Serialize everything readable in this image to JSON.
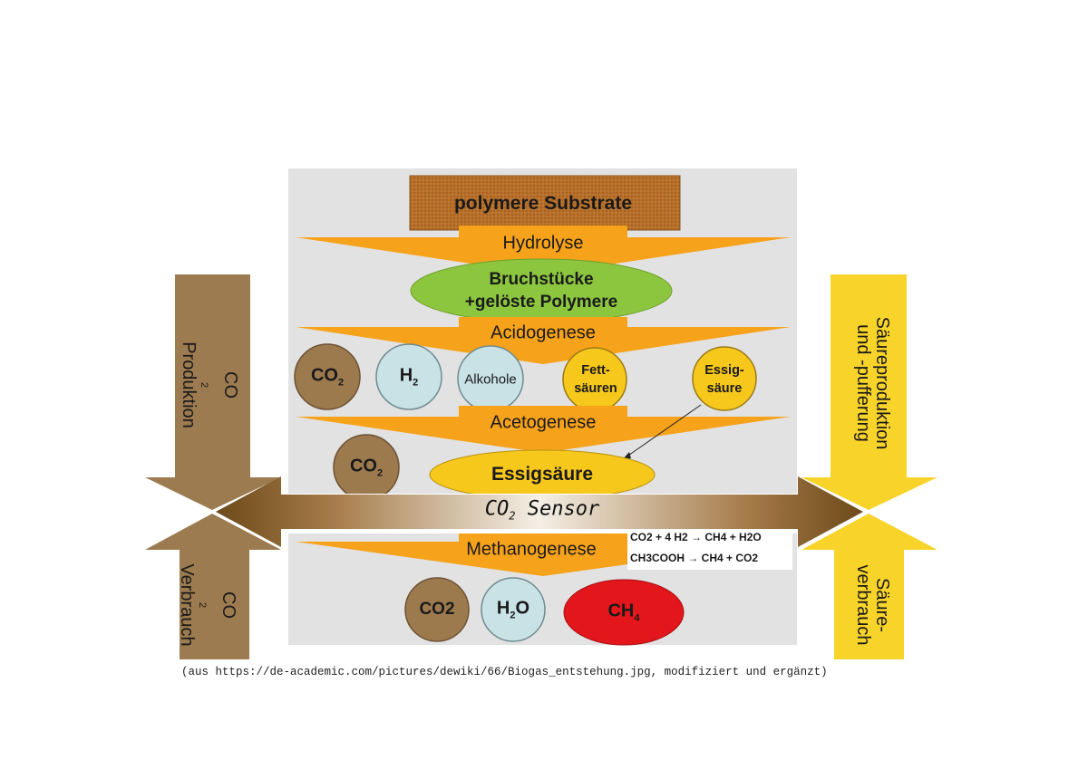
{
  "stages": {
    "polymer_substrates": "polymere Substrate",
    "hydrolysis": "Hydrolyse",
    "fragments_line1": "Bruchstücke",
    "fragments_line2": "+gelöste Polymere",
    "acidogenesis": "Acidogenese",
    "acetogenesis": "Acetogenese",
    "acetic_acid": "Essigsäure",
    "methanogenesis": "Methanogenese"
  },
  "acidogenesis_products": {
    "co2": "CO",
    "co2_sub": "2",
    "h2": "H",
    "h2_sub": "2",
    "alcohols": "Alkohole",
    "fatty_acids_line1": "Fett-",
    "fatty_acids_line2": "säuren",
    "acetic_line1": "Essig-",
    "acetic_line2": "säure"
  },
  "acetogenesis_products": {
    "co2": "CO",
    "co2_sub": "2"
  },
  "methanogenesis_products": {
    "co2": "CO2",
    "h2o_h": "H",
    "h2o_sub": "2",
    "h2o_o": "O",
    "ch4": "CH",
    "ch4_sub": "4"
  },
  "reactions": {
    "r1": "CO2 + 4 H2 → CH4 + H2O",
    "r2": "CH3COOH → CH4 + CO2"
  },
  "sensor": {
    "label": "CO",
    "sub": "2",
    "suffix": " Sensor"
  },
  "side_left": {
    "top_line1": "CO",
    "top_sub": "2",
    "top_line2": "Produktion",
    "bottom_line1": "CO",
    "bottom_sub": "2",
    "bottom_line2": "Verbrauch"
  },
  "side_right": {
    "top_line1": "Säureproduktion",
    "top_line2": "und -pufferung",
    "bottom_line1": "Säure-",
    "bottom_line2": "verbrauch"
  },
  "caption": "(aus https://de-academic.com/pictures/dewiki/66/Biogas_entstehung.jpg, modifiziert und ergänzt)",
  "colors": {
    "panel": "#e2e2e2",
    "orange": "#f7a21b",
    "brown_box": "#b8702a",
    "green": "#8cc63f",
    "yellow": "#f7c81c",
    "red": "#e3161b",
    "circle_brown": "#9c7a4e",
    "circle_blue": "#c9e2e6",
    "side_brown": "#9d7b50",
    "side_yellow": "#f8d42a"
  }
}
